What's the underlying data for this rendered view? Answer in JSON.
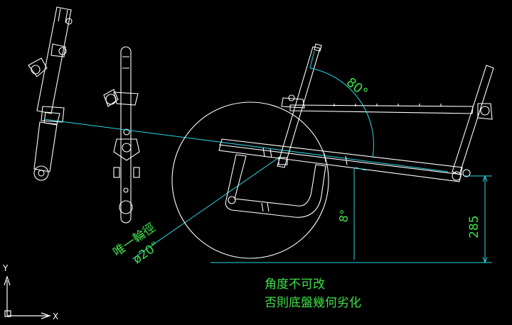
{
  "annotations": {
    "angle_top": "80°",
    "angle_side": "8°",
    "height_dim": "285",
    "wheel_label": "唯一輪徑",
    "wheel_diameter": "ø20\"",
    "note_line1": "角度不可改",
    "note_line2": "否則底盤幾何劣化"
  },
  "axes": {
    "x_label": "X",
    "y_label": "Y"
  },
  "colors": {
    "background": "#000000",
    "parts": "#ffffff",
    "construction": "#2bd7e6",
    "annotation": "#3fe04a"
  }
}
